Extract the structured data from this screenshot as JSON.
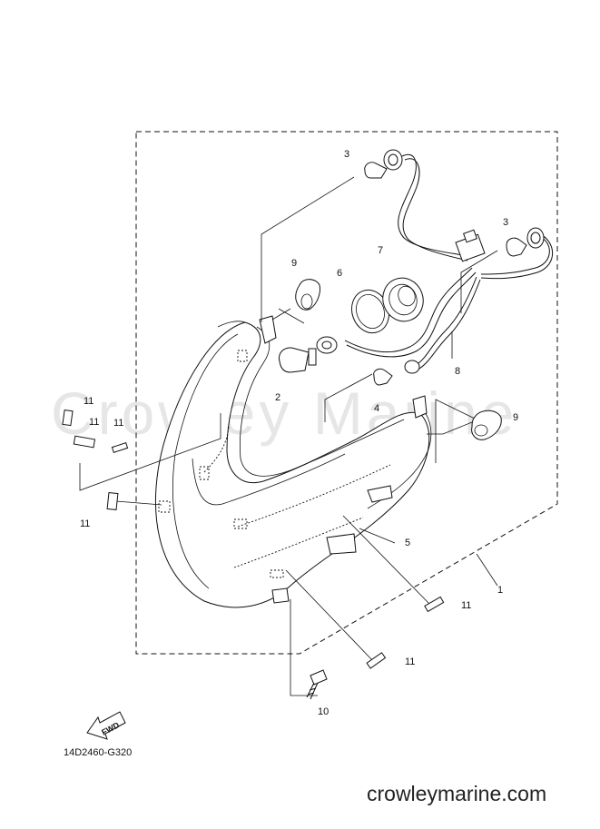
{
  "watermark": "Crowley Marine",
  "diagram_code": "14D2460-G320",
  "website": "crowleymarine.com",
  "fwd_label": "FWD",
  "callouts": {
    "p1": "1",
    "p2": "2",
    "p3a": "3",
    "p3b": "3",
    "p4": "4",
    "p5": "5",
    "p6": "6",
    "p7": "7",
    "p8": "8",
    "p9a": "9",
    "p9b": "9",
    "p10": "10",
    "p11a": "11",
    "p11b": "11",
    "p11c": "11",
    "p11d": "11",
    "p11e": "11",
    "p11f": "11"
  }
}
